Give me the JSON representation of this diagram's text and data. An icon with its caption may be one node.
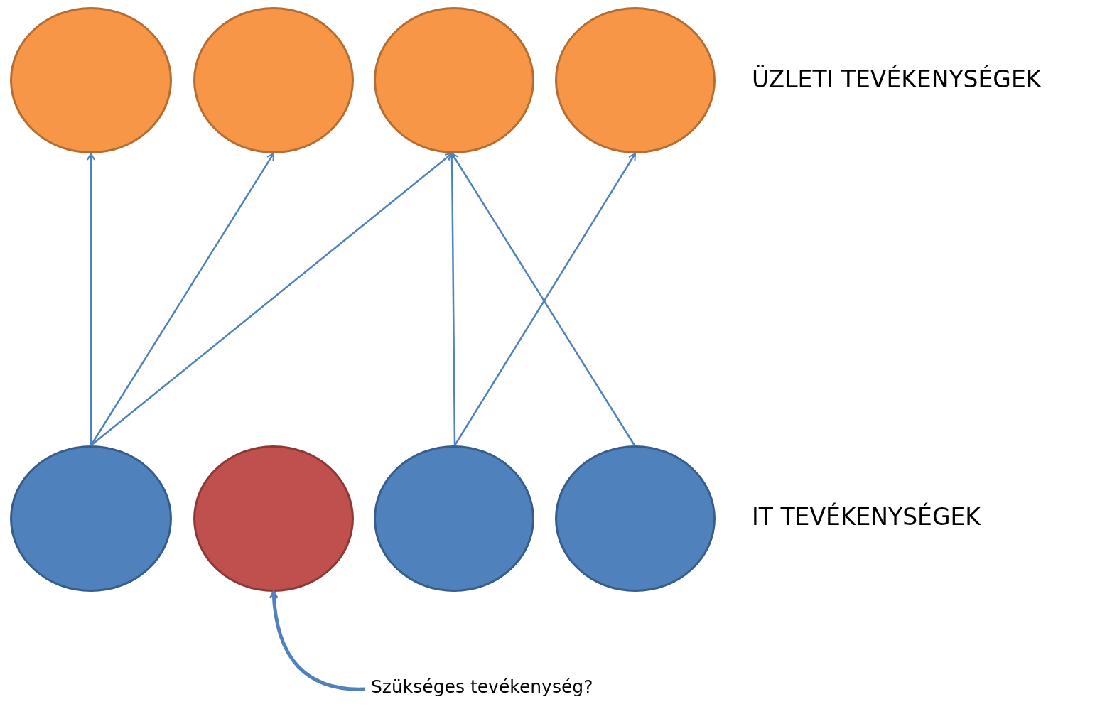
{
  "diagram": {
    "nodes": [
      {
        "text": [],
        "shape": "circle"
      },
      {
        "text": [],
        "shape": "circle"
      },
      {
        "text": [],
        "shape": "circle"
      },
      {
        "text": [],
        "shape": "circle"
      },
      {
        "text": [],
        "shape": "circle"
      },
      {
        "text": [],
        "shape": "circle"
      },
      {
        "text": [],
        "shape": "circle"
      },
      {
        "text": [],
        "shape": "circle"
      },
      {
        "text": [
          "Szükséges tevékenység?"
        ]
      }
    ],
    "edges": [
      {
        "from": 4,
        "to": 0,
        "arrow": "to"
      },
      {
        "from": 4,
        "to": 1,
        "arrow": "to"
      },
      {
        "from": 4,
        "to": 2,
        "arrow": "to"
      },
      {
        "from": 6,
        "to": 2,
        "arrow": "to"
      },
      {
        "from": 6,
        "to": 3,
        "arrow": "to"
      },
      {
        "from": 7,
        "to": 2,
        "arrow": "to"
      },
      {
        "from": 8,
        "to": 5,
        "arrow": "to",
        "style": "thick"
      }
    ],
    "labels": [
      "ÜZLETI TEVÉKENYSÉGEK",
      "IT TEVÉKENYSÉGEK"
    ]
  }
}
